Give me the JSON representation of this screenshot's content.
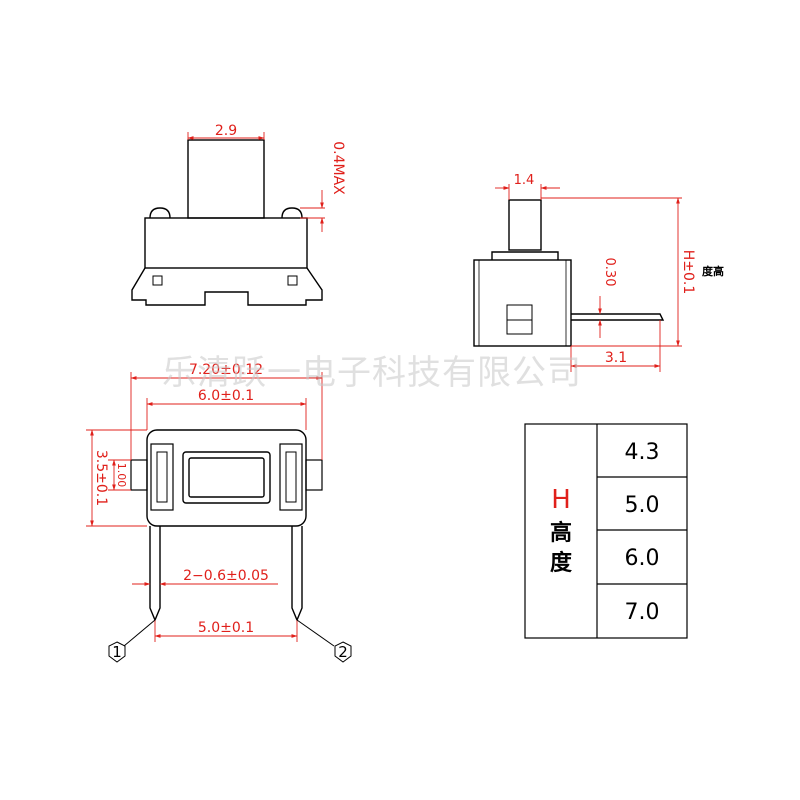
{
  "watermark": "乐清跃一电子科技有限公司",
  "side_view": {
    "dim_actuator_width": "2.9",
    "dim_protrusion": "0.4MAX"
  },
  "end_view": {
    "dim_actuator_width": "1.4",
    "dim_height": "H±0.1",
    "height_label": "度高",
    "dim_terminal_thickness": "0.30",
    "dim_terminal_length": "3.1"
  },
  "top_view": {
    "dim_overall_length": "7.20±0.12",
    "dim_body_length": "6.0±0.1",
    "dim_width": "3.5±0.1",
    "dim_boss": "1.00",
    "dim_pin_width": "2−0.6±0.05",
    "dim_pin_pitch": "5.0±0.1",
    "pin_1": "1",
    "pin_2": "2"
  },
  "height_table": {
    "header_letter": "H",
    "header_cn_1": "高",
    "header_cn_2": "度",
    "values": [
      "4.3",
      "5.0",
      "6.0",
      "7.0"
    ]
  }
}
